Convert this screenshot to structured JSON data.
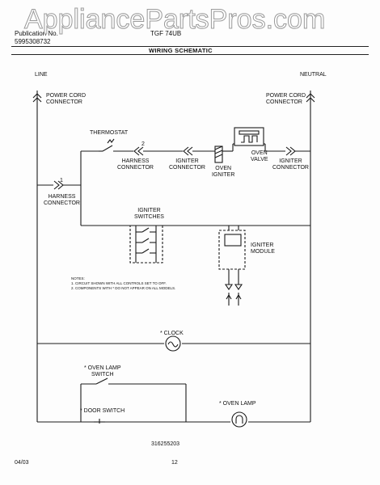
{
  "watermark": "AppliancePartsPros.com",
  "header": {
    "pub_label": "Publication No.",
    "pub_number": "5995308732",
    "model": "TGF 74UB",
    "title": "WIRING SCHEMATIC"
  },
  "labels": {
    "line": "LINE",
    "neutral": "NEUTRAL",
    "power_cord_left": [
      "POWER CORD",
      "CONNECTOR"
    ],
    "power_cord_right": [
      "POWER CORD",
      "CONNECTOR"
    ],
    "thermostat": "THERMOSTAT",
    "harness_connector_top": [
      "HARNESS",
      "CONNECTOR"
    ],
    "igniter_connector_left": [
      "IGNITER",
      "CONNECTOR"
    ],
    "oven_igniter": [
      "OVEN",
      "IGNITER"
    ],
    "oven_valve": [
      "OVEN",
      "VALVE"
    ],
    "igniter_connector_right": [
      "IGNITER",
      "CONNECTOR"
    ],
    "harness_connector_left": [
      "HARNESS",
      "CONNECTOR"
    ],
    "igniter_switches": [
      "IGNITER",
      "SWITCHES"
    ],
    "igniter_module": [
      "IGNITER",
      "MODULE"
    ],
    "clock": "* CLOCK",
    "oven_lamp_switch": [
      "* OVEN LAMP",
      "SWITCH"
    ],
    "door_switch": "* DOOR SWITCH",
    "oven_lamp": "* OVEN LAMP",
    "wire_1": "1",
    "wire_2": "2"
  },
  "notes": {
    "heading": "NOTES:",
    "items": [
      "1.  CIRCUIT SHOWN WITH ALL CONTROLS SET TO OFF.",
      "2.  COMPONENTS WITH * DO NOT APPEAR ON ALL MODELS."
    ]
  },
  "footer": {
    "part_number": "316255203",
    "date": "04/03",
    "page": "12"
  }
}
